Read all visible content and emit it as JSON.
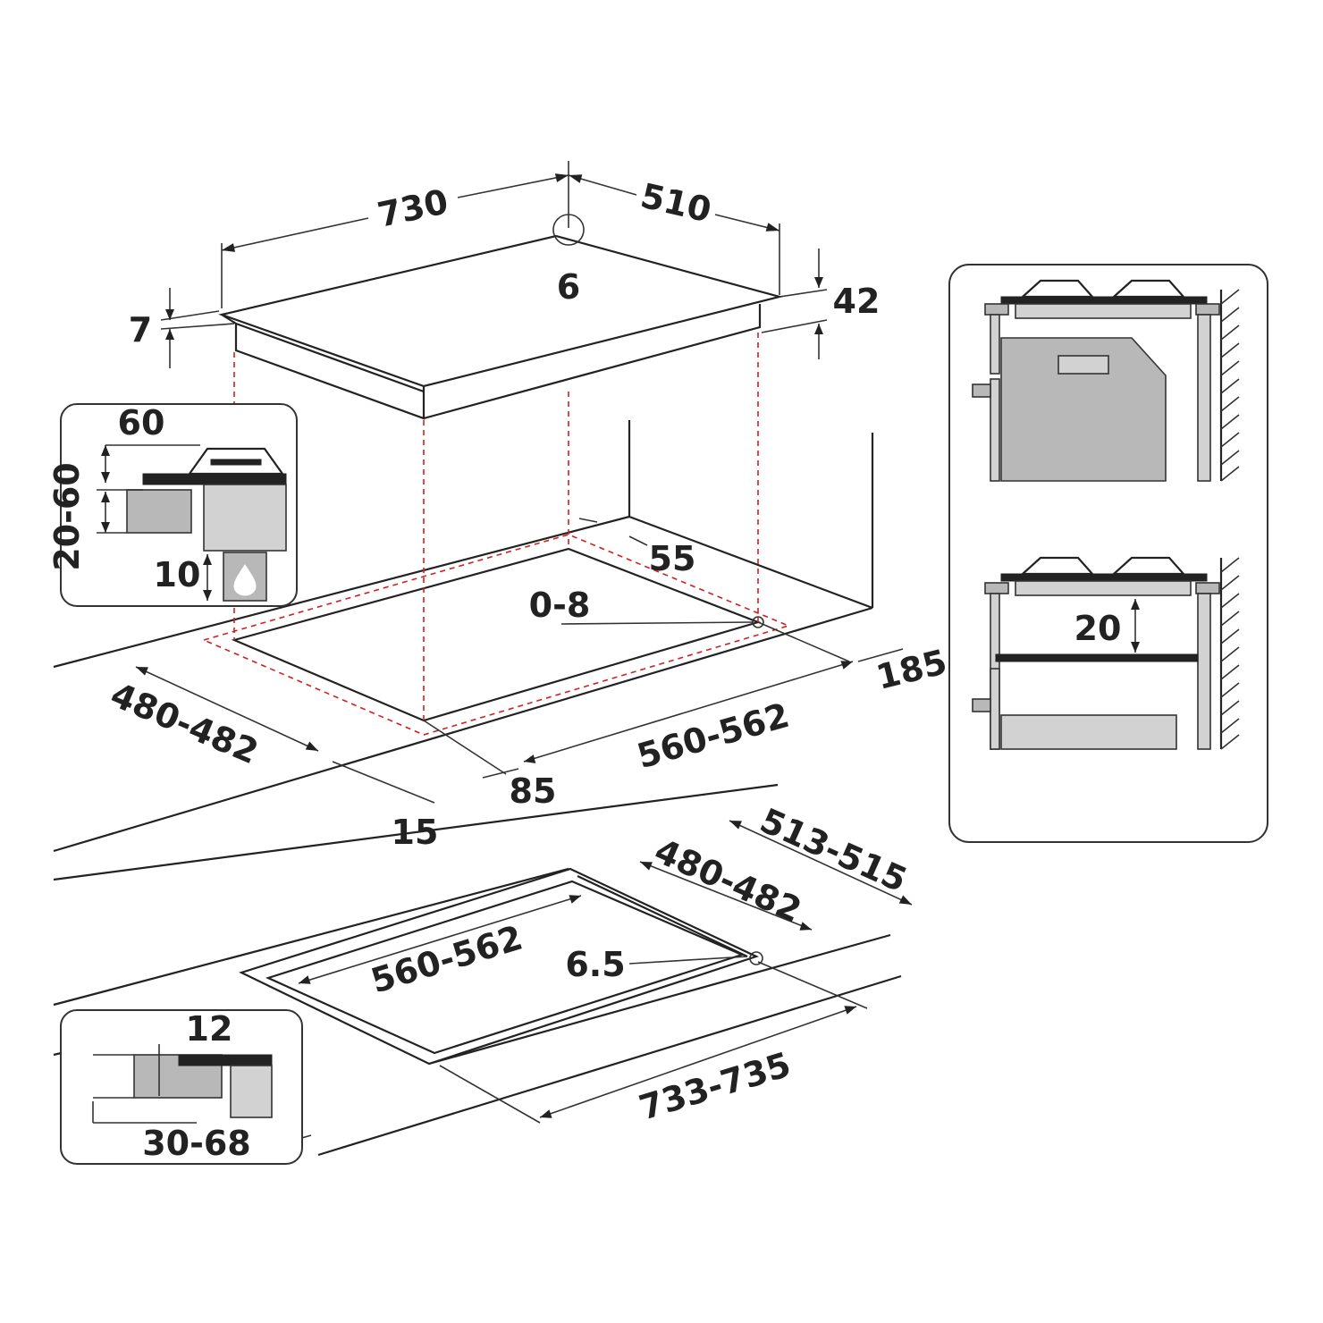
{
  "dimensions": {
    "width_730": "730",
    "depth_510": "510",
    "corner_6": "6",
    "glass_7": "7",
    "height_42": "42",
    "burner_60": "60",
    "range_20_60": "20-60",
    "gas_10": "10",
    "rear_55": "55",
    "gap_0_8": "0-8",
    "side_185": "185",
    "cut_480_482": "480-482",
    "cut_560_562": "560-562",
    "front_85": "85",
    "front_15": "15",
    "flush_513_515": "513-515",
    "flush_480_482": "480-482",
    "flush_560_562": "560-562",
    "radius_6_5": "6.5",
    "flush_733_735": "733-735",
    "rebate_12": "12",
    "worktop_30_68": "30-68",
    "oven_gap_20": "20"
  },
  "colors": {
    "line": "#222222",
    "hidden_outline": "#d02020",
    "panel_grey": "#b8b8b8",
    "light_grey": "#d2d2d2"
  },
  "icons": [
    "gas-flame-icon",
    "wall-hatch-icon"
  ]
}
